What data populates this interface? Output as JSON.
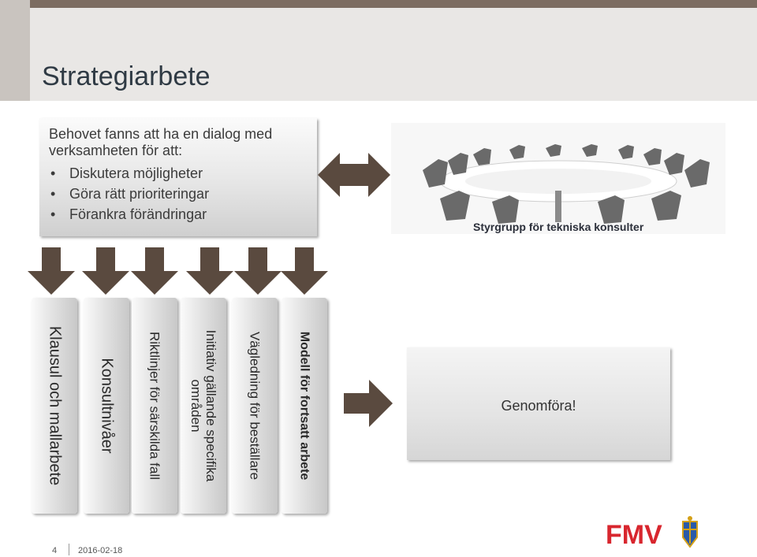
{
  "slide": {
    "title": "Strategiarbete",
    "page_number": "4",
    "date": "2016-02-18"
  },
  "intro": {
    "line1": "Behovet fanns att ha en dialog med",
    "line2": "verksamheten för att:",
    "bullets": [
      "Diskutera möjligheter",
      "Göra rätt prioriteringar",
      "Förankra förändringar"
    ]
  },
  "photo": {
    "caption": "Styrgrupp för tekniska konsulter"
  },
  "columns": [
    {
      "line1": "Klausul och mallarbete",
      "line2": ""
    },
    {
      "line1": "Konsultnivåer",
      "line2": ""
    },
    {
      "line1": "Riktlinjer för särskilda fall",
      "line2": ""
    },
    {
      "line1": "Initiativ gällande specifika",
      "line2": "områden"
    },
    {
      "line1": "Vägledning för beställare",
      "line2": ""
    },
    {
      "line1": "Modell för fortsatt arbete",
      "line2": ""
    }
  ],
  "outcome": {
    "label": "Genomföra!"
  },
  "logo": {
    "text": "FMV"
  },
  "colors": {
    "arrow": "#5a4a3f",
    "logo_red": "#d8262e",
    "title_text": "#2f3a44"
  }
}
